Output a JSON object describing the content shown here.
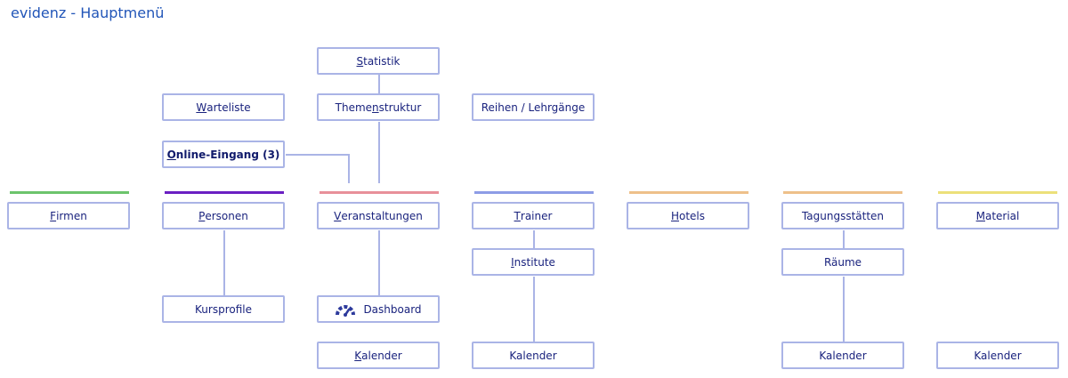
{
  "title": "evidenz - Hauptmenü",
  "colors": {
    "title": "#2155b8",
    "box_border": "#aab4e6",
    "box_text": "#1a237e",
    "bar_firmen": "#6cc46c",
    "bar_personen": "#6a1fc2",
    "bar_veranstaltungen": "#e8909a",
    "bar_trainer": "#8d9ce6",
    "bar_hotels": "#eec08a",
    "bar_tagungsstaetten": "#eec08a",
    "bar_material": "#ece07a"
  },
  "menu": {
    "statistik": {
      "hk": "S",
      "rest": "tatistik"
    },
    "themenstruktur": {
      "pre": "Theme",
      "hk": "n",
      "post": "struktur"
    },
    "warteliste": {
      "hk": "W",
      "rest": "arteliste"
    },
    "reihen": {
      "label": "Reihen / Lehrgänge"
    },
    "online_eingang": {
      "hk": "O",
      "rest": "nline-Eingang (3)"
    },
    "firmen": {
      "hk": "F",
      "rest": "irmen"
    },
    "personen": {
      "hk": "P",
      "rest": "ersonen"
    },
    "veranstaltungen": {
      "hk": "V",
      "rest": "eranstaltungen"
    },
    "trainer": {
      "hk": "T",
      "rest": "rainer"
    },
    "hotels": {
      "hk": "H",
      "rest": "otels"
    },
    "tagungsstaetten": {
      "label": "Tagungsstätten"
    },
    "material": {
      "hk": "M",
      "rest": "aterial"
    },
    "institute": {
      "hk": "I",
      "rest": "nstitute"
    },
    "raeume": {
      "label": "Räume"
    },
    "kursprofile": {
      "label": "Kursprofile"
    },
    "dashboard": {
      "label": "Dashboard",
      "icon": "dashboard-gauge-icon"
    },
    "kalender_veranstaltungen": {
      "hk": "K",
      "rest": "alender"
    },
    "kalender_institute": {
      "label": "Kalender"
    },
    "kalender_raeume": {
      "label": "Kalender"
    },
    "kalender_material": {
      "label": "Kalender"
    }
  }
}
